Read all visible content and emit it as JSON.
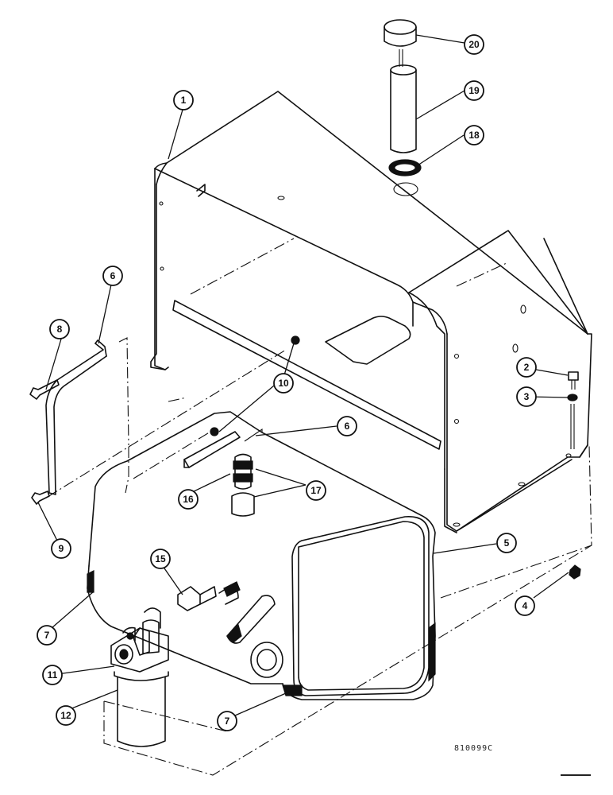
{
  "callouts": [
    {
      "number": "1"
    },
    {
      "number": "2"
    },
    {
      "number": "3"
    },
    {
      "number": "4"
    },
    {
      "number": "5"
    },
    {
      "number": "6"
    },
    {
      "number": "6"
    },
    {
      "number": "7"
    },
    {
      "number": "7"
    },
    {
      "number": "8"
    },
    {
      "number": "9"
    },
    {
      "number": "10"
    },
    {
      "number": "11"
    },
    {
      "number": "12"
    },
    {
      "number": "15"
    },
    {
      "number": "16"
    },
    {
      "number": "17"
    },
    {
      "number": "18"
    },
    {
      "number": "19"
    },
    {
      "number": "20"
    }
  ],
  "drawing_number": "810099C"
}
